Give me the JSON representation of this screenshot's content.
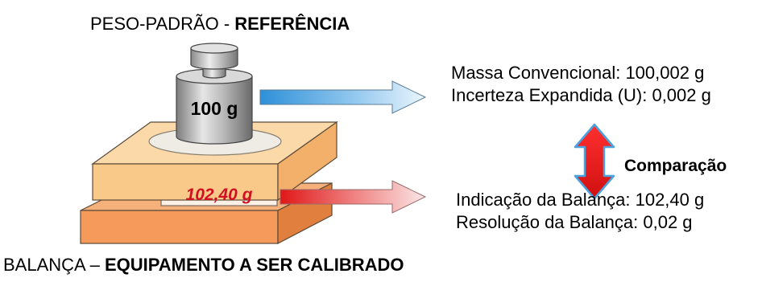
{
  "top_caption": {
    "prefix": "PESO-PADRÃO - ",
    "emphasis": "REFERÊNCIA"
  },
  "bottom_caption": {
    "prefix": "BALANÇA – ",
    "emphasis": "EQUIPAMENTO A SER CALIBRADO"
  },
  "weight": {
    "label": "100 g"
  },
  "display": {
    "reading": "102,40 g"
  },
  "reference_info": {
    "conventional_mass": "Massa Convencional: 100,002 g",
    "expanded_uncertainty": "Incerteza Expandida (U): 0,002 g"
  },
  "comparison": {
    "label": "Comparação"
  },
  "balance_info": {
    "indication": "Indicação da Balança: 102,40 g",
    "resolution": "Resolução da Balança: 0,02 g"
  },
  "colors": {
    "top_arrow": "#3aa0e0",
    "bottom_arrow": "#e02020",
    "comparison_arrow": "#e81c1c",
    "comparison_outline": "#4aa3df",
    "scale_top": "#f9c98a",
    "scale_body": "#f59a5a",
    "display_text": "#d01020"
  }
}
